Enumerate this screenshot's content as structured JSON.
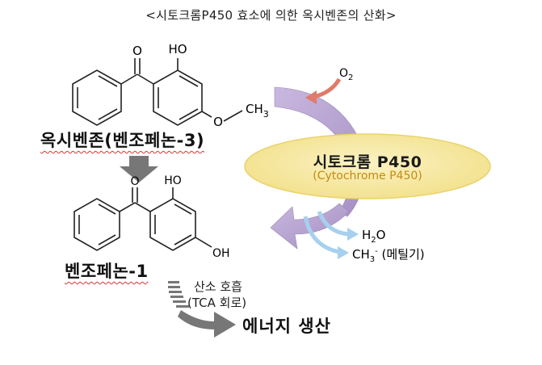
{
  "title": "<시토크롬P450 효소에 의한 옥시벤존의 산화>",
  "compound1": {
    "name": "옥시벤존(벤조페논-3)",
    "label_O": "O",
    "label_OH": "HO",
    "label_ether_O": "O",
    "label_CH3": "CH",
    "label_CH3_sub": "3"
  },
  "compound2": {
    "name": "벤조페논-1",
    "label_O": "O",
    "label_HO": "HO",
    "label_OH": "OH"
  },
  "enzyme": {
    "name": "시토크롬 P450",
    "name_en": "(Cytochrome P450)"
  },
  "inputs": {
    "o2": "O",
    "o2_sub": "2"
  },
  "outputs": {
    "h2o_h": "H",
    "h2o_sub": "2",
    "h2o_o": "O",
    "ch3": "CH",
    "ch3_sub": "3",
    "ch3_sup": "-",
    "ch3_label": " (메틸기)"
  },
  "respiration": {
    "line1": "산소 호흡",
    "line2": "(TCA 회로)"
  },
  "energy": "에너지 생산",
  "colors": {
    "enzyme_fill": "#f7e9a0",
    "enzyme_text": "#1a1a1a",
    "enzyme_sub_text": "#c58a12",
    "purple_arrow": "#b9a6d1",
    "o2_arrow": "#e07a6a",
    "blue_arrow": "#a7d0ee",
    "gray_arrow": "#777777"
  }
}
